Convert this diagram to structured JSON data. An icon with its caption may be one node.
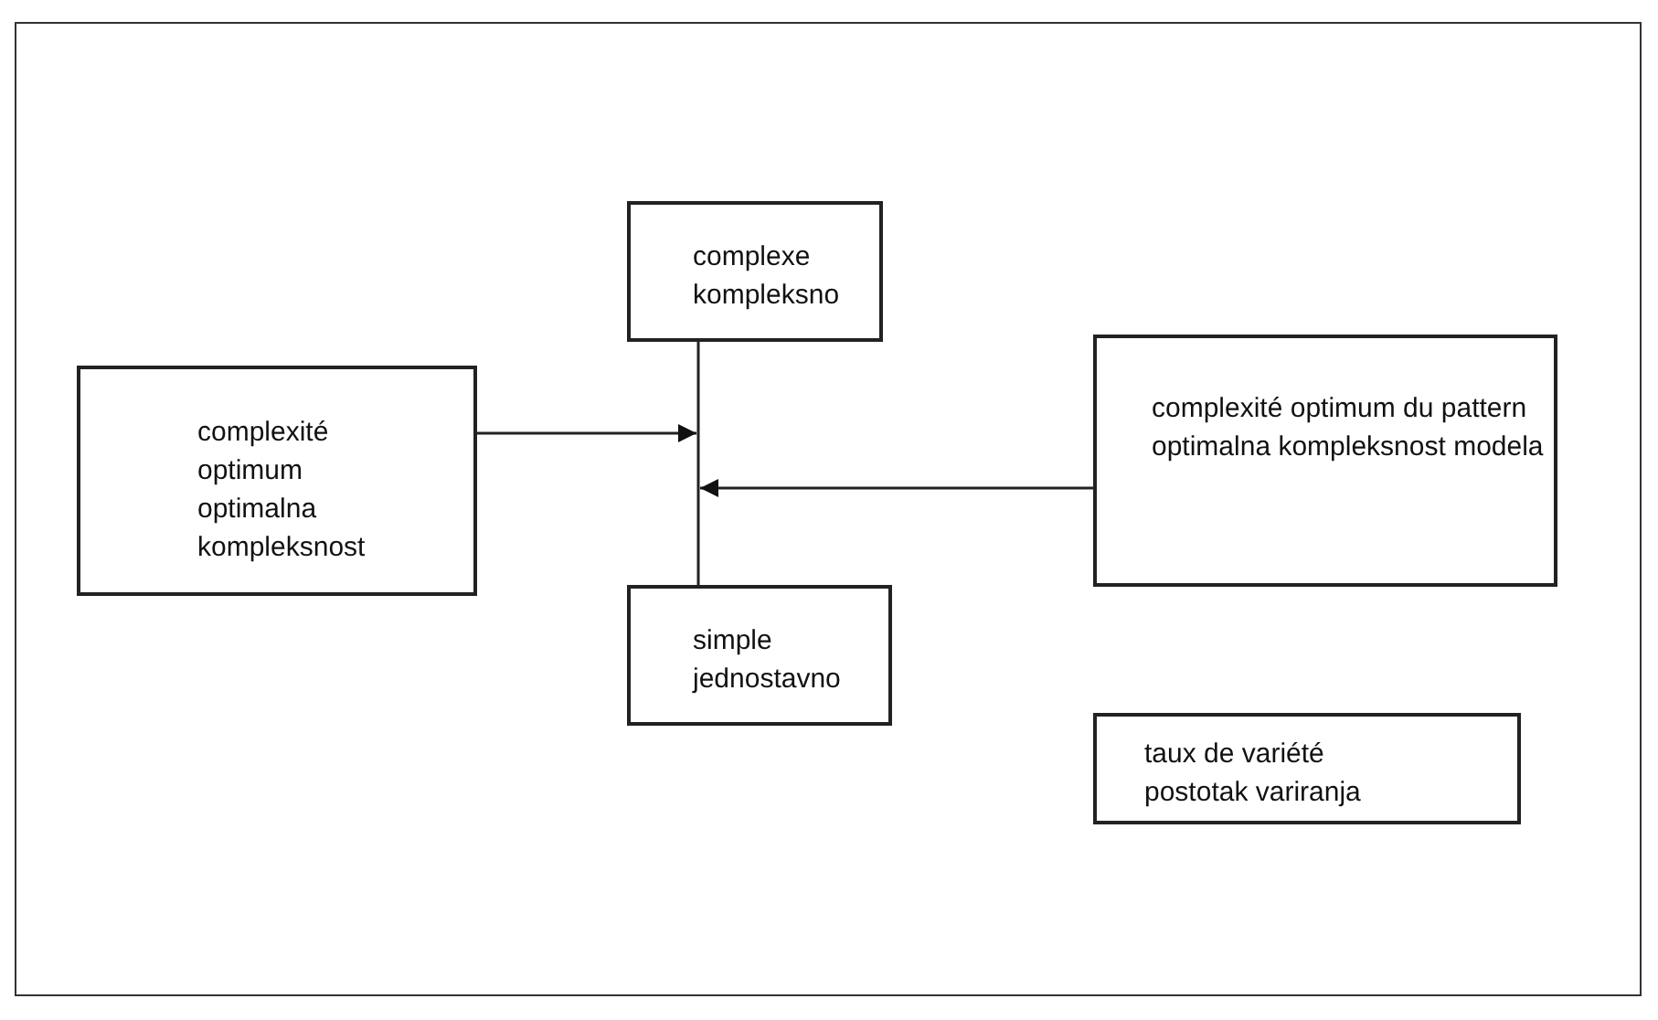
{
  "diagram": {
    "nodes": [
      {
        "text": [
          "complexité optimum",
          "optimalna kompleksnost"
        ]
      },
      {
        "text": [
          "complexe",
          "kompleksno"
        ]
      },
      {
        "text": [
          "simple",
          "jednostavno"
        ]
      },
      {
        "text": [
          "complexité optimum du pattern",
          "optimalna kompleksnost modela"
        ]
      },
      {
        "text": [
          "taux de variété",
          "postotak variranja"
        ]
      }
    ],
    "edges": [
      {
        "from": 1,
        "to": 2,
        "arrow": "none"
      },
      {
        "from": 0,
        "to": null,
        "arrow": "to"
      },
      {
        "from": 3,
        "to": null,
        "arrow": "to"
      }
    ]
  }
}
